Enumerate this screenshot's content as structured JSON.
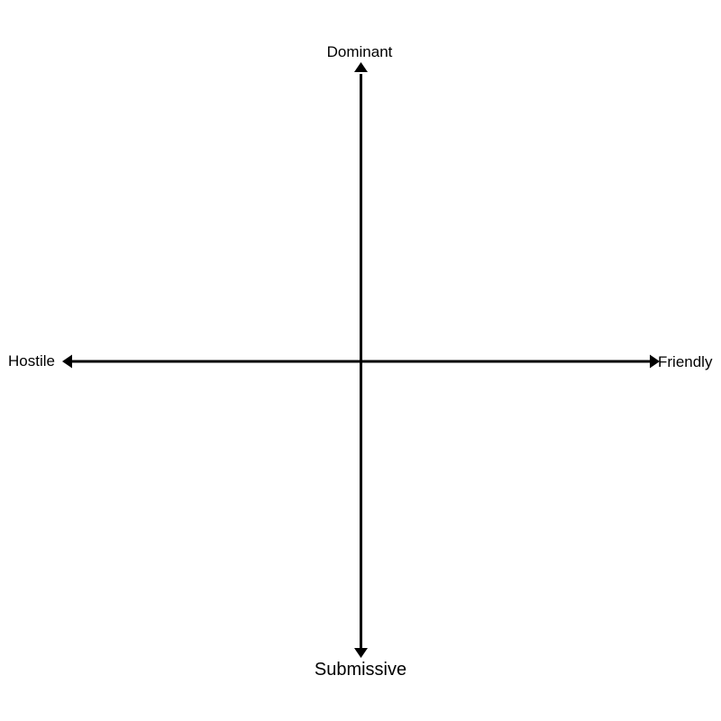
{
  "labels": {
    "top": "Dominant",
    "bottom": "Submissive",
    "left": "Hostile",
    "right": "Friendly"
  },
  "colors": {
    "line": "#000000",
    "background": "#ffffff"
  }
}
